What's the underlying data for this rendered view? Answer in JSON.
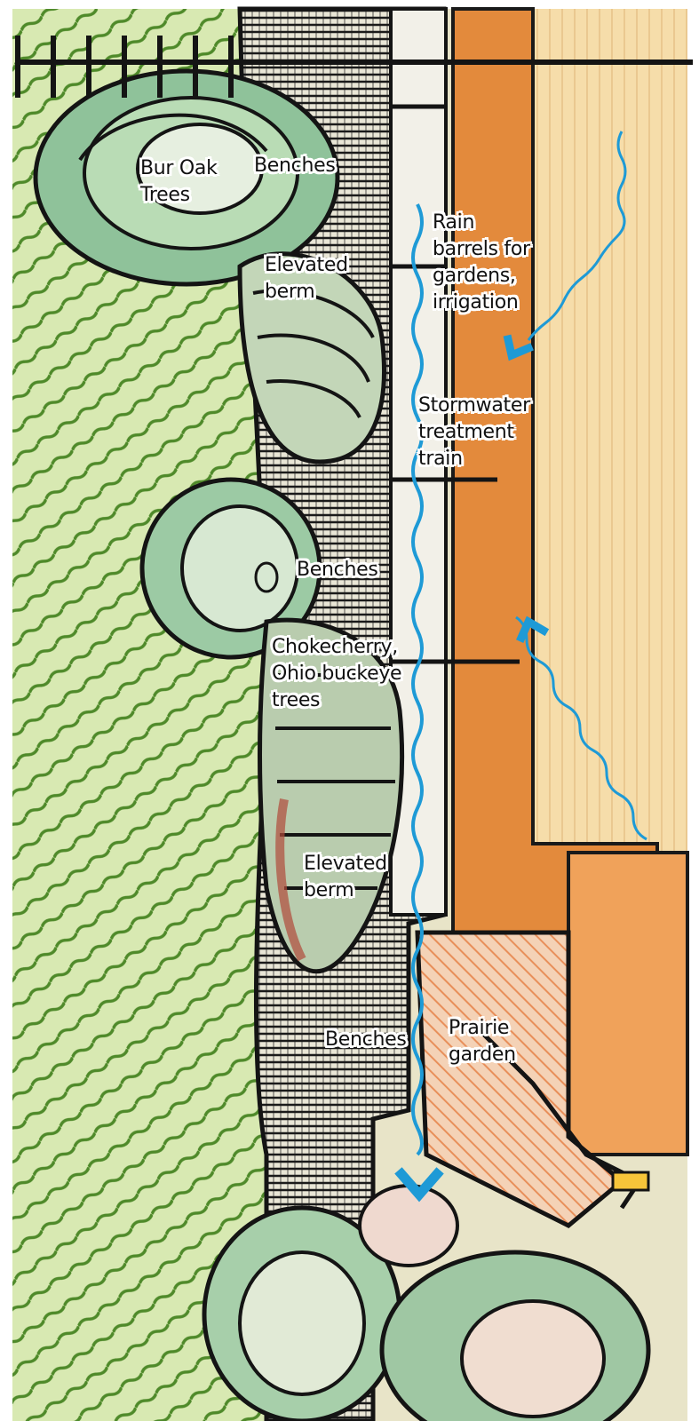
{
  "labels": {
    "bur_oak_trees": "Bur Oak\nTrees",
    "benches_top": "Benches",
    "rain_barrels": "Rain\nbarrels for\ngardens,\nirrigation",
    "elevated_berm_top": "Elevated\nberm",
    "stormwater_train": "Stormwater\ntreatment\ntrain",
    "benches_middle": "Benches",
    "chokecherry_buckeye": "Chokecherry,\nOhio buckeye\ntrees",
    "elevated_berm_bottom": "Elevated\nberm",
    "benches_bottom": "Benches",
    "prairie_garden": "Prairie\ngarden"
  },
  "colors": {
    "water_flow": "#1e9ad6",
    "lawn_green": "#cfe3a4",
    "building_orange": "#e58a3a",
    "sidewalk_tan": "#f3d9a4",
    "ink": "#161616"
  }
}
